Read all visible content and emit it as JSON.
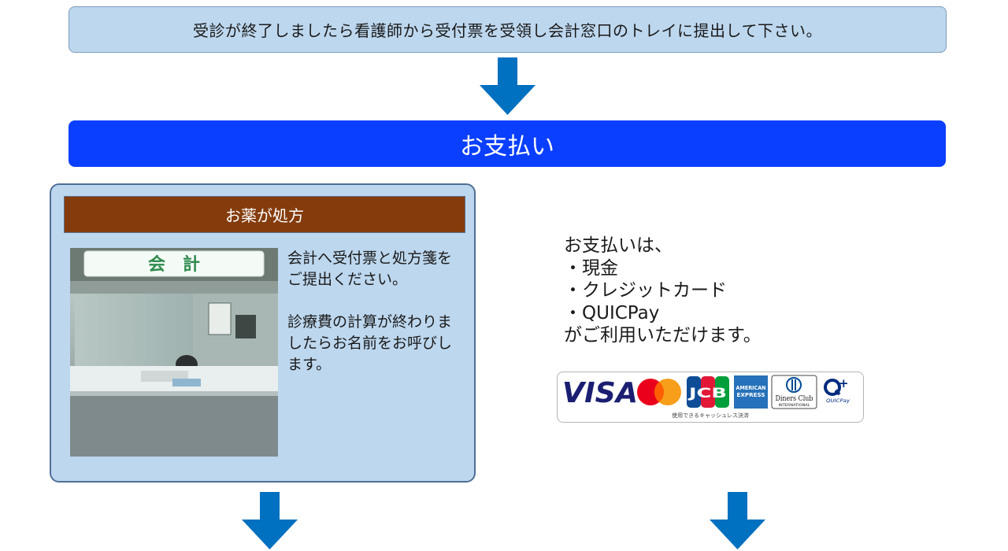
{
  "flow": {
    "top_instruction": "受診が終了しましたら看護師から受付票を受領し会計窓口のトレイに提出して下さい。",
    "payment_title": "お支払い"
  },
  "medicine_panel": {
    "header": "お薬が処方",
    "photo_sign": "会　計",
    "paragraph1": "会計へ受付票と処方箋をご提出ください。",
    "paragraph2": "診療費の計算が終わりましたらお名前をお呼びします。"
  },
  "payment_info": {
    "intro": "お支払いは、",
    "methods": [
      "・現金",
      "・クレジットカード",
      "・QUICPay"
    ],
    "outro": "がご利用いただけます。"
  },
  "card_logos": {
    "visa": "VISA",
    "jcb": "JCB",
    "amex_line1": "AMERICAN",
    "amex_line2": "EXPRESS",
    "diners_line1": "Diners Club",
    "diners_line2": "INTERNATIONAL",
    "quicpay": "QUICPay",
    "caption": "使用できるキャッシュレス決済"
  },
  "colors": {
    "instruction_fill": "#bdd7ee",
    "payment_bar": "#0a3fff",
    "panel_header": "#843c0c",
    "arrow": "#0070c0"
  },
  "icons": [
    "down-arrow-icon",
    "visa-logo",
    "mastercard-logo",
    "jcb-logo",
    "amex-logo",
    "diners-club-logo",
    "quicpay-logo"
  ]
}
